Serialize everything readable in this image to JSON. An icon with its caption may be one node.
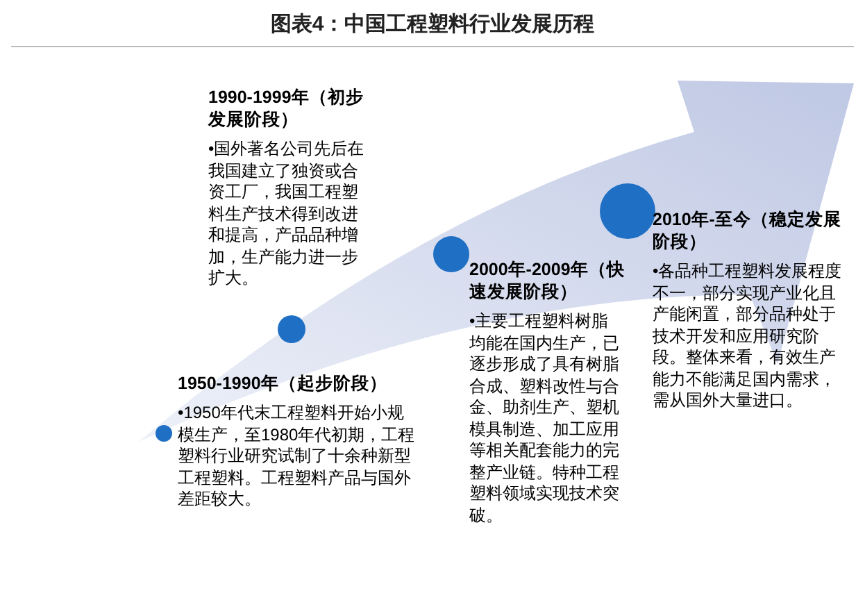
{
  "diagram": {
    "title": "图表4：中国工程塑料行业发展历程",
    "nodes": [
      {
        "text": [
          "1950-1990年（起步阶段）",
          "•1950年代末工程塑料开始小规模生产，至1980年代初期，工程塑料行业研究试制了十余种新型工程塑料。工程塑料产品与国外差距较大。"
        ]
      },
      {
        "text": [
          "1990-1999年（初步发展阶段）",
          "•国外著名公司先后在我国建立了独资或合资工厂，我国工程塑料生产技术得到改进和提高，产品品种增加，生产能力进一步扩大。"
        ]
      },
      {
        "text": [
          "2000年-2009年（快速发展阶段）",
          "•主要工程塑料树脂均能在国内生产，已逐步形成了具有树脂合成、塑料改性与合金、助剂生产、塑机模具制造、加工应用等相关配套能力的完整产业链。特种工程塑料领域实现技术突破。"
        ]
      },
      {
        "text": [
          "2010年-至今（稳定发展阶段）",
          "•各品种工程塑料发展程度不一，部分实现产业化且产能闲置，部分品种处于技术开发和应用研究阶段。整体来看，有效生产能力不能满足国内需求，需从国外大量进口。"
        ]
      }
    ]
  }
}
